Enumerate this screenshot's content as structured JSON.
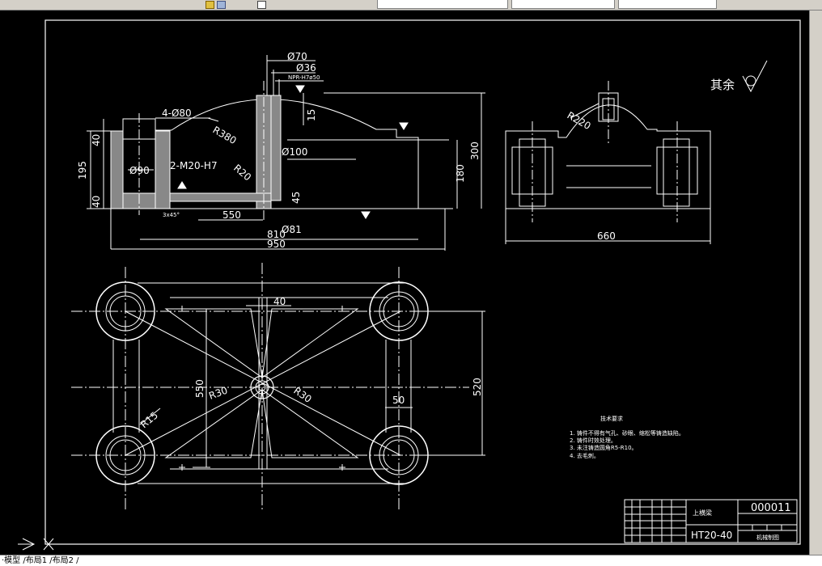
{
  "statusbar": {
    "text": "·模型 /布局1 /布局2 /"
  },
  "colors": {
    "background": "#000000",
    "line": "#ffffff",
    "center_line": "#ffffff"
  },
  "drawing": {
    "front_view": {
      "dim_d70": "Ø70",
      "dim_d36": "Ø36",
      "dim_npt": "NPR-H7ø50",
      "dim_4_d80": "4-Ø80",
      "dim_r380": "R380",
      "dim_15": "15",
      "dim_40_top": "40",
      "dim_195": "195",
      "dim_40_bottom": "40",
      "dim_d90": "Ø90",
      "dim_m20": "2-M20-H7",
      "dim_r20": "R20",
      "dim_d100": "Ø100",
      "dim_180": "180",
      "dim_300": "300",
      "dim_45": "45",
      "dim_chamfer": "3x45°",
      "dim_550": "550",
      "dim_d81": "Ø81",
      "dim_810": "810",
      "dim_950": "950"
    },
    "side_view": {
      "dim_r220": "R220",
      "dim_660": "660"
    },
    "surface_note": "其余",
    "plan_view": {
      "dim_40": "40",
      "dim_550": "550",
      "dim_520": "520",
      "dim_r30_left": "R30",
      "dim_r30_right": "R30",
      "dim_50": "50",
      "dim_r15": "R15"
    },
    "tech_notes": {
      "title": "技术要求",
      "items": [
        "1. 铸件不得有气孔、砂眼、缩松等铸造缺陷。",
        "2. 铸件时效处理。",
        "3. 未注铸造圆角R5-R10。",
        "4. 去毛刺。"
      ]
    },
    "title_block": {
      "part_name": "上横梁",
      "drawing_no": "000011",
      "material": "HT20-40",
      "company": "机械制图"
    }
  }
}
